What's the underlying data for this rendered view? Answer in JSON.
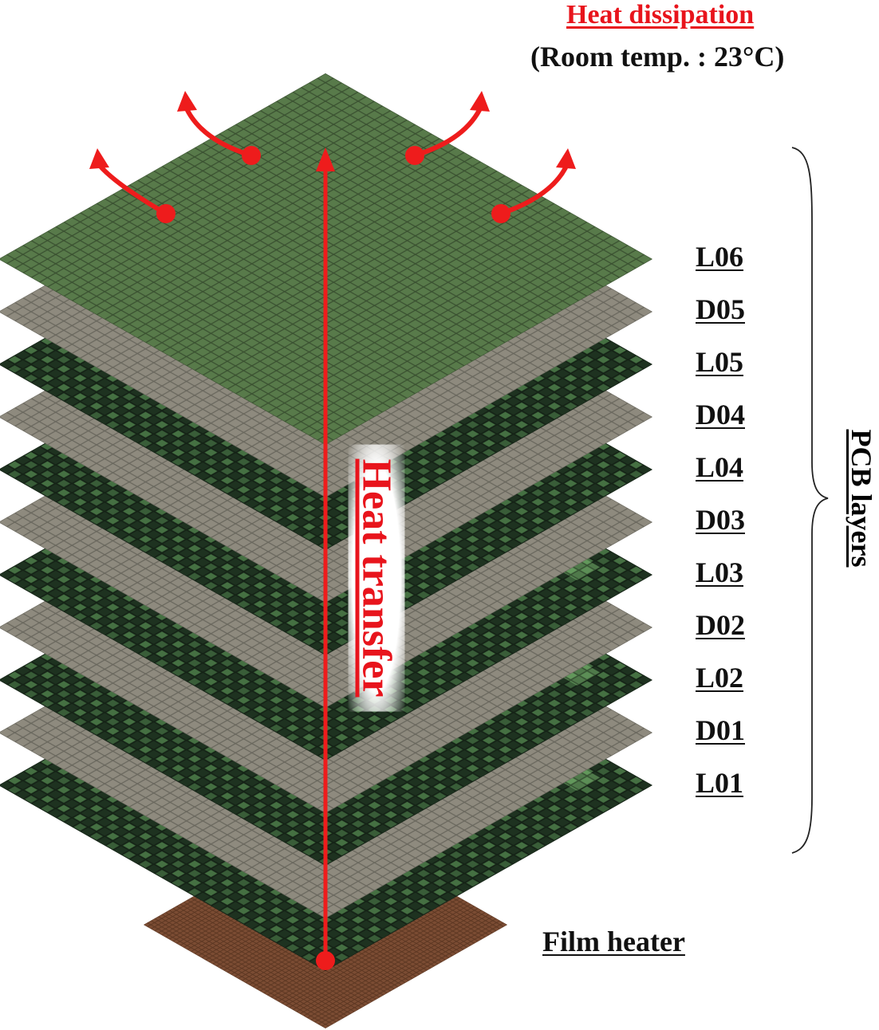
{
  "title": "Heat dissipation",
  "subtitle": "(Room temp. : 23°C)",
  "arrow_label": "Heat transfer",
  "group_label": "PCB layers",
  "heater_label": "Film heater",
  "layers": [
    {
      "name": "L06",
      "kind": "top"
    },
    {
      "name": "D05",
      "kind": "dielectric"
    },
    {
      "name": "L05",
      "kind": "copper"
    },
    {
      "name": "D04",
      "kind": "dielectric"
    },
    {
      "name": "L04",
      "kind": "copper"
    },
    {
      "name": "D03",
      "kind": "dielectric"
    },
    {
      "name": "L03",
      "kind": "copper"
    },
    {
      "name": "D02",
      "kind": "dielectric"
    },
    {
      "name": "L02",
      "kind": "copper"
    },
    {
      "name": "D01",
      "kind": "dielectric"
    },
    {
      "name": "L01",
      "kind": "copper"
    }
  ],
  "colors": {
    "top": "#587a4a",
    "dielectric": "#8e8a7e",
    "copper": "#1e3220",
    "copper_dot": "#4f7f4a",
    "heater": "#7b4c33",
    "arrow": "#ee1c1c"
  }
}
